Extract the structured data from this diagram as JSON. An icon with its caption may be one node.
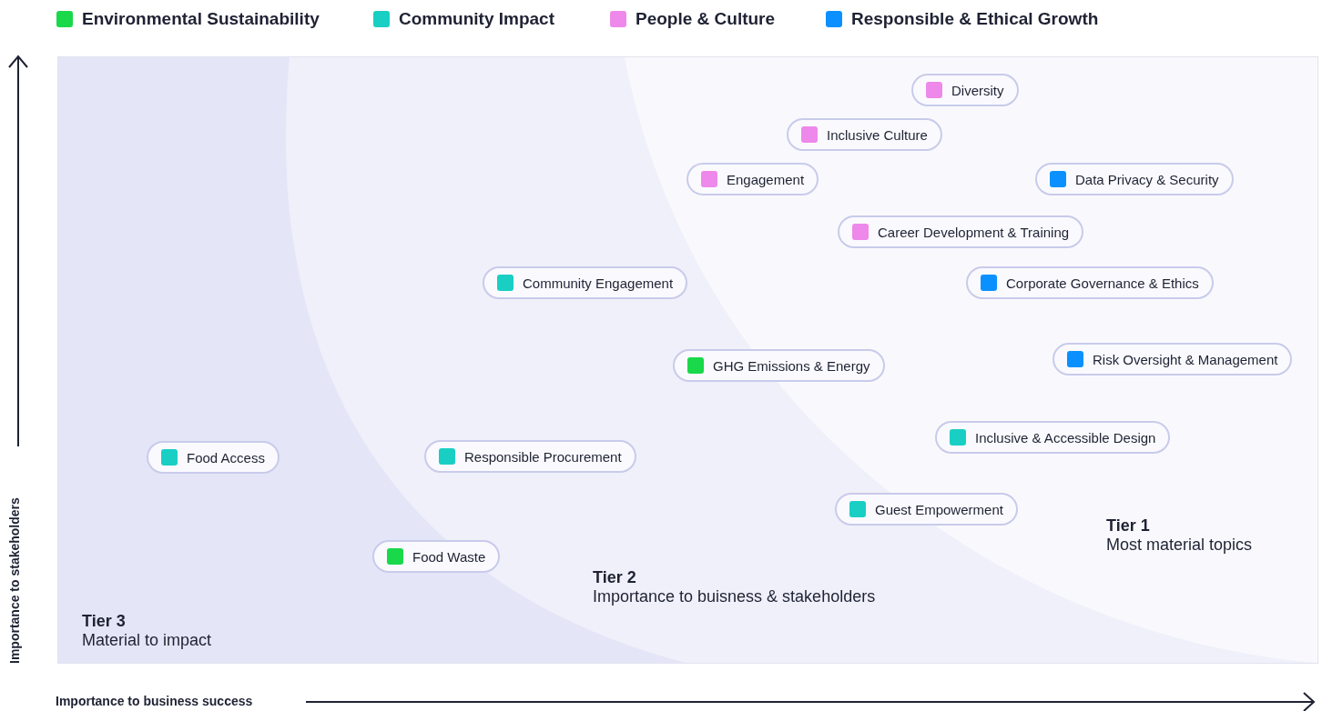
{
  "diagram": {
    "nodes": [
      {
        "text": [
          "Diversity"
        ]
      },
      {
        "text": [
          "Inclusive Culture"
        ]
      },
      {
        "text": [
          "Engagement"
        ]
      },
      {
        "text": [
          "Data Privacy & Security"
        ]
      },
      {
        "text": [
          "Career Development & Training"
        ]
      },
      {
        "text": [
          "Community Engagement"
        ]
      },
      {
        "text": [
          "Corporate Governance & Ethics"
        ]
      },
      {
        "text": [
          "GHG Emissions & Energy"
        ]
      },
      {
        "text": [
          "Risk Oversight & Management"
        ]
      },
      {
        "text": [
          "Inclusive & Accessible Design"
        ]
      },
      {
        "text": [
          "Food Access"
        ]
      },
      {
        "text": [
          "Responsible Procurement"
        ]
      },
      {
        "text": [
          "Guest Empowerment"
        ]
      },
      {
        "text": [
          "Tier 1",
          "Most material topics"
        ]
      },
      {
        "text": [
          "Food Waste"
        ]
      },
      {
        "text": [
          "Tier 2",
          "Importance to buisness & stakeholders"
        ]
      },
      {
        "text": [
          "Tier 3",
          "Material to impact"
        ]
      }
    ],
    "edges": [],
    "labels": [
      "Importance to stakeholders",
      "Importance to business success"
    ],
    "legend": [
      {
        "text": "Environmental Sustainability",
        "color": "#19d84a"
      },
      {
        "text": "Community Impact",
        "color": "#19cfc4"
      },
      {
        "text": "People & Culture",
        "color": "#ee88ea"
      },
      {
        "text": "Responsible & Ethical Growth",
        "color": "#0a91ff"
      }
    ]
  }
}
